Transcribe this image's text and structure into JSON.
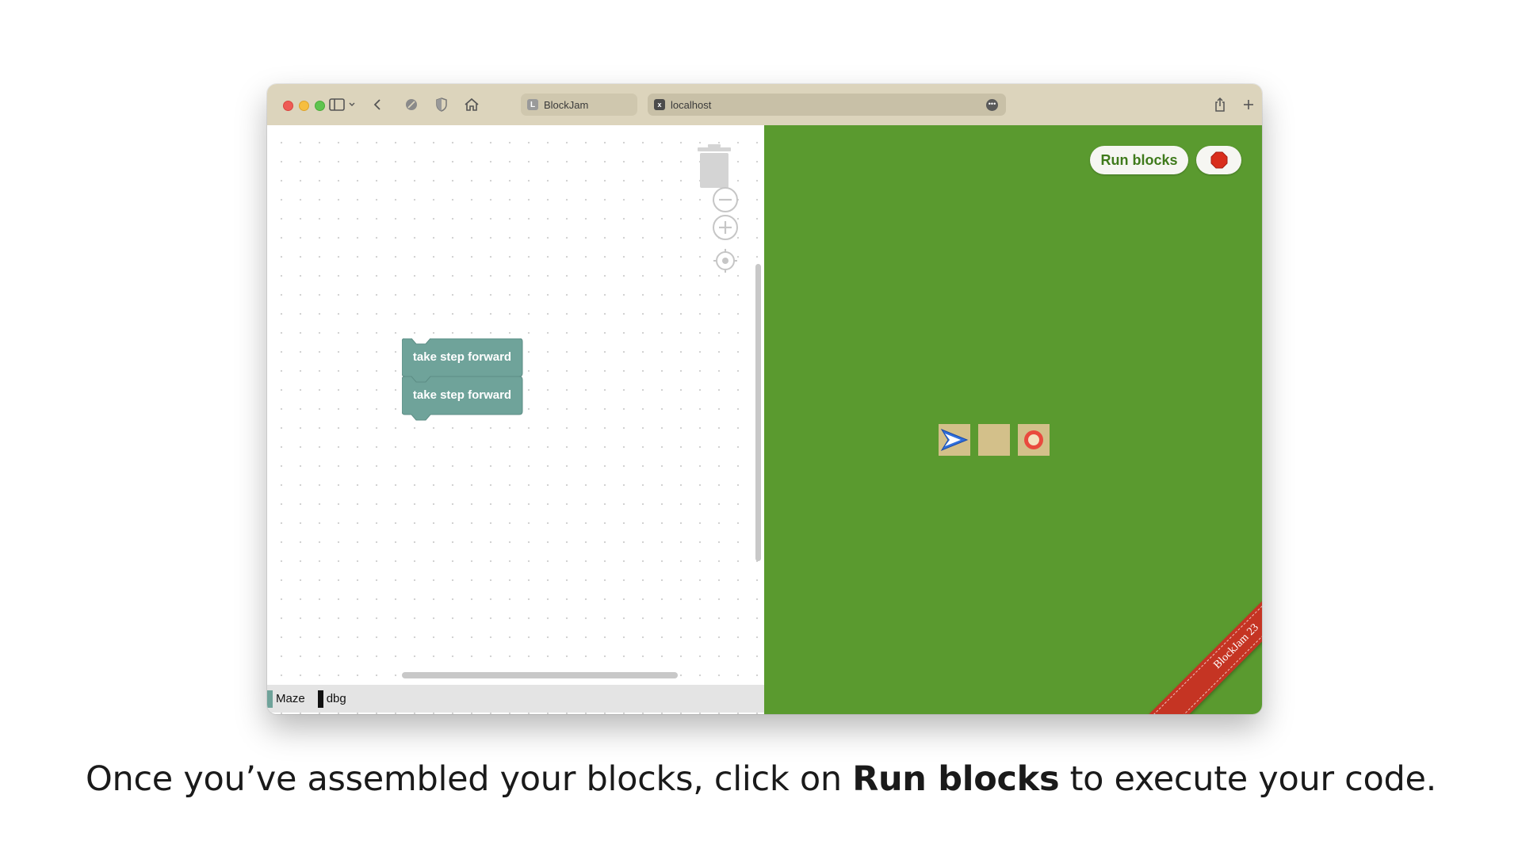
{
  "browser": {
    "tabs": [
      {
        "label": "BlockJam",
        "favicon": "L"
      },
      {
        "label": "localhost",
        "favicon": "x"
      }
    ],
    "more_label": "•••"
  },
  "workspace": {
    "blocks": [
      {
        "label": "take step forward"
      },
      {
        "label": "take step forward"
      }
    ],
    "block_color": "#6fa39a",
    "bottom_bar": [
      {
        "label": "Maze",
        "color": "#6fa39a"
      },
      {
        "label": "dbg",
        "color": "#111111"
      }
    ]
  },
  "game": {
    "background": "#5a9a2f",
    "run_label": "Run blocks",
    "stop_icon": "stop-icon",
    "ribbon_text": "BlockJam 23",
    "tiles": [
      "player-tile",
      "path-tile",
      "goal-tile"
    ]
  },
  "caption": {
    "before": "Once you’ve assembled your blocks, click on ",
    "bold": "Run blocks",
    "after": " to execute your code."
  },
  "colors": {
    "toolbar": "#dcd4bc",
    "accent_red": "#c53423",
    "run_text": "#3f7a1c"
  }
}
